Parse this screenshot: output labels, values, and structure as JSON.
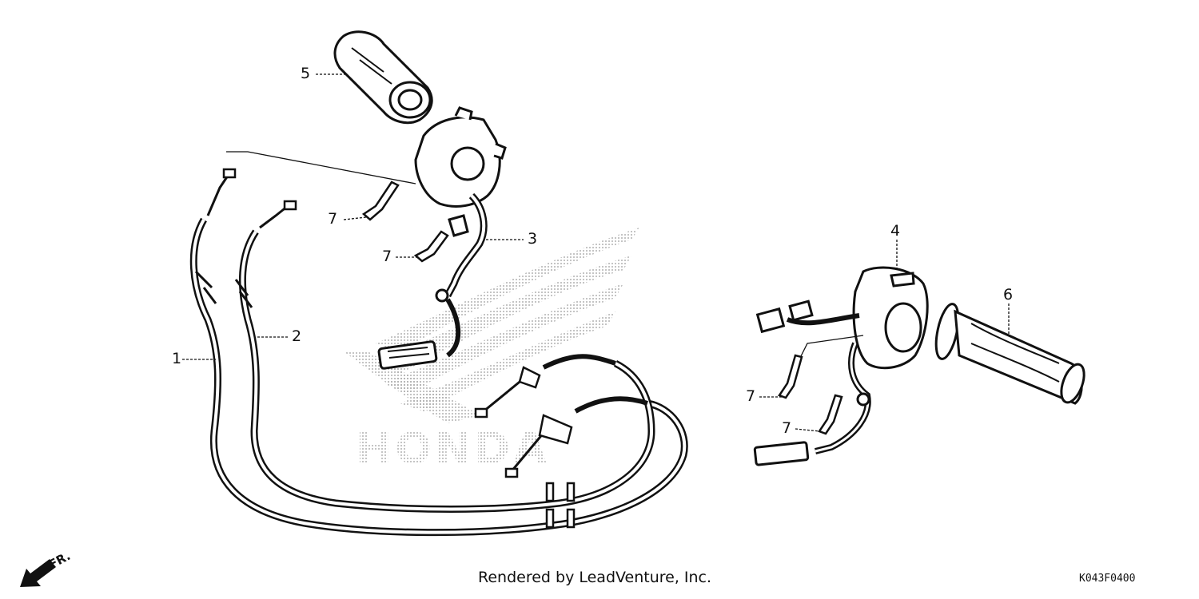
{
  "diagram": {
    "callouts": [
      "1",
      "2",
      "3",
      "4",
      "5",
      "6",
      "7",
      "7",
      "7",
      "7"
    ],
    "watermark_text": "HONDA",
    "direction_label": "FR.",
    "footer": {
      "rendered_by": "Rendered by LeadVenture, Inc.",
      "diagram_code": "K043F0400"
    },
    "colors": {
      "line": "#111111",
      "watermark": "#9a9a9a",
      "background": "#ffffff"
    }
  }
}
